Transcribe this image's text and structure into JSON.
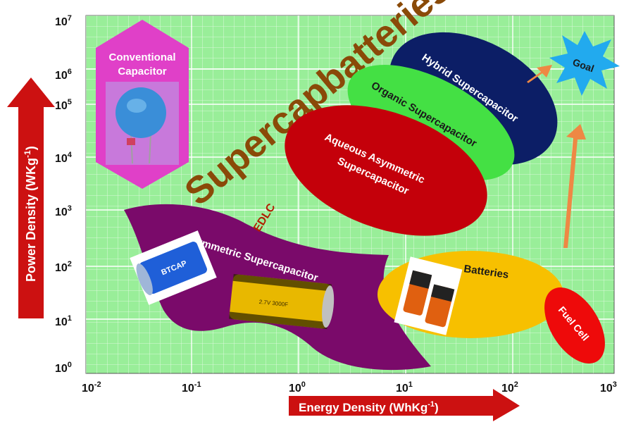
{
  "axes": {
    "x_ticks": [
      {
        "base": "10",
        "exp": "-2"
      },
      {
        "base": "10",
        "exp": "-1"
      },
      {
        "base": "10",
        "exp": "0"
      },
      {
        "base": "10",
        "exp": "1"
      },
      {
        "base": "10",
        "exp": "2"
      },
      {
        "base": "10",
        "exp": "3"
      }
    ],
    "y_ticks": [
      {
        "base": "10",
        "exp": "7"
      },
      {
        "base": "10",
        "exp": "6"
      },
      {
        "base": "10",
        "exp": "5"
      },
      {
        "base": "10",
        "exp": "4"
      },
      {
        "base": "10",
        "exp": "3"
      },
      {
        "base": "10",
        "exp": "2"
      },
      {
        "base": "10",
        "exp": "1"
      },
      {
        "base": "10",
        "exp": "0"
      }
    ],
    "x_label": {
      "text": "Energy Density (WhKg",
      "sup": "-1",
      "end": ")"
    },
    "y_label": {
      "text": "Power Density (WKg",
      "sup": "-1",
      "end": ")"
    }
  },
  "regions": {
    "conventional_capacitor": [
      "Conventional",
      "Capacitor"
    ],
    "supercapbatteries": "Supercapbatteries",
    "edlc": "EDLC",
    "symmetric": "Symmetric Supercapacitor",
    "aqueous": [
      "Aqueous Asymmetric",
      "Supercapacitor"
    ],
    "organic": "Organic Supercapacitor",
    "hybrid": "Hybrid Supercapacitor",
    "goal": "Goal",
    "batteries": "Batteries",
    "fuel_cell": "Fuel Cell"
  },
  "product_text": {
    "cylinder_blue": "BTCAP",
    "cylinder_gold": "2.7V 3000F"
  },
  "colors": {
    "plot_bg": "#99ee99",
    "grid": "#ffffff",
    "axis_arrow": "#cc1111",
    "conventional": "#e040c8",
    "symmetric": "#7a0a6a",
    "aqueous": "#c4000a",
    "organic": "#44e044",
    "hybrid": "#0c1e66",
    "batteries": "#f7c000",
    "fuel_cell": "#ee0a0a",
    "goal": "#22aaee",
    "supercap_text": "#8a4a08",
    "trend_arrow": "#ee8844"
  }
}
